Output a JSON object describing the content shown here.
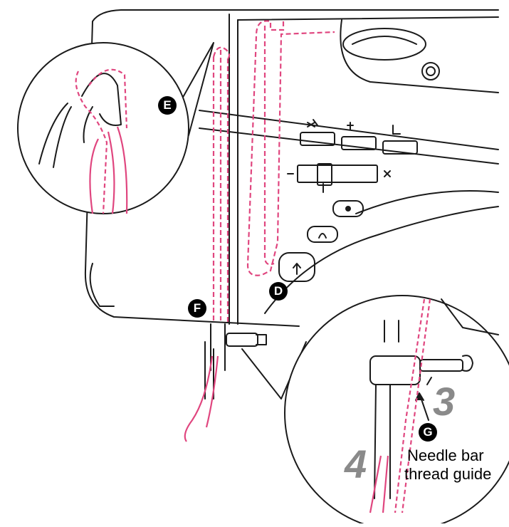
{
  "markers": {
    "e": "E",
    "d": "D",
    "f": "F",
    "g": "G"
  },
  "steps": {
    "three": "3",
    "four": "4"
  },
  "caption": {
    "line1": "Needle bar",
    "line2": "thread guide"
  },
  "colors": {
    "thread": "#e0467f",
    "outline": "#1a1a1a",
    "step_number": "#8a8a8a"
  }
}
